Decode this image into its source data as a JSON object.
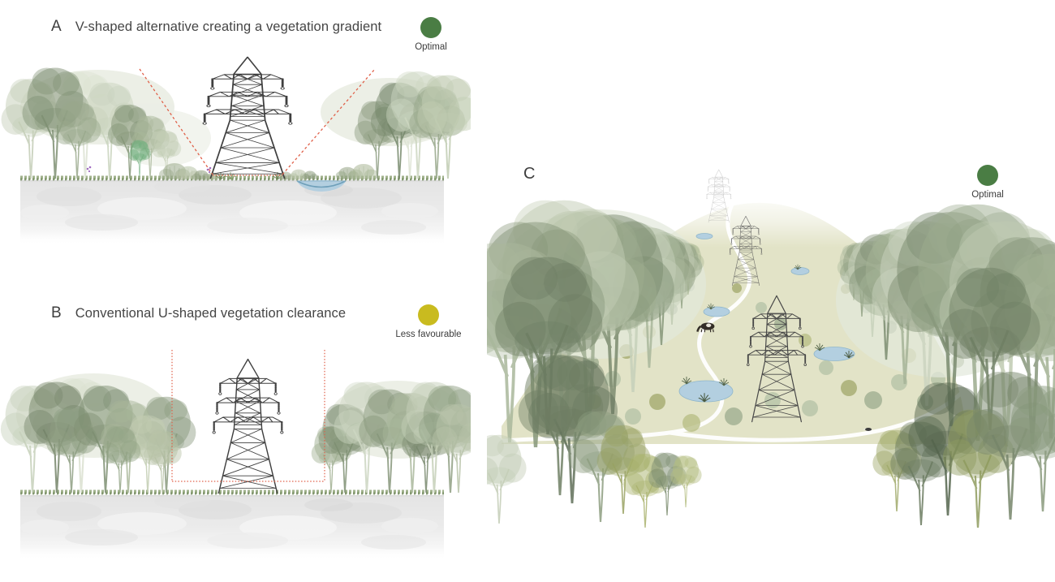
{
  "panels": {
    "a": {
      "letter": "A",
      "title": "V-shaped alternative creating a vegetation gradient",
      "rating_label": "Optimal"
    },
    "b": {
      "letter": "B",
      "title": "Conventional U-shaped vegetation clearance",
      "rating_label": "Less favourable"
    },
    "c": {
      "letter": "C",
      "rating_label": "Optimal"
    }
  },
  "colors": {
    "optimal": "#4a7d44",
    "less_favourable": "#c9bb1f",
    "clearance_outline": "#e06049",
    "text": "#3d3d3d",
    "pond": "#b3cfe0",
    "corridor_ground": "#e2e3c7",
    "soil": "#e6e6e6",
    "path": "#ffffff"
  },
  "icons": {
    "a_rating": "optimal-dot",
    "b_rating": "less-favourable-dot",
    "c_rating": "optimal-dot"
  }
}
